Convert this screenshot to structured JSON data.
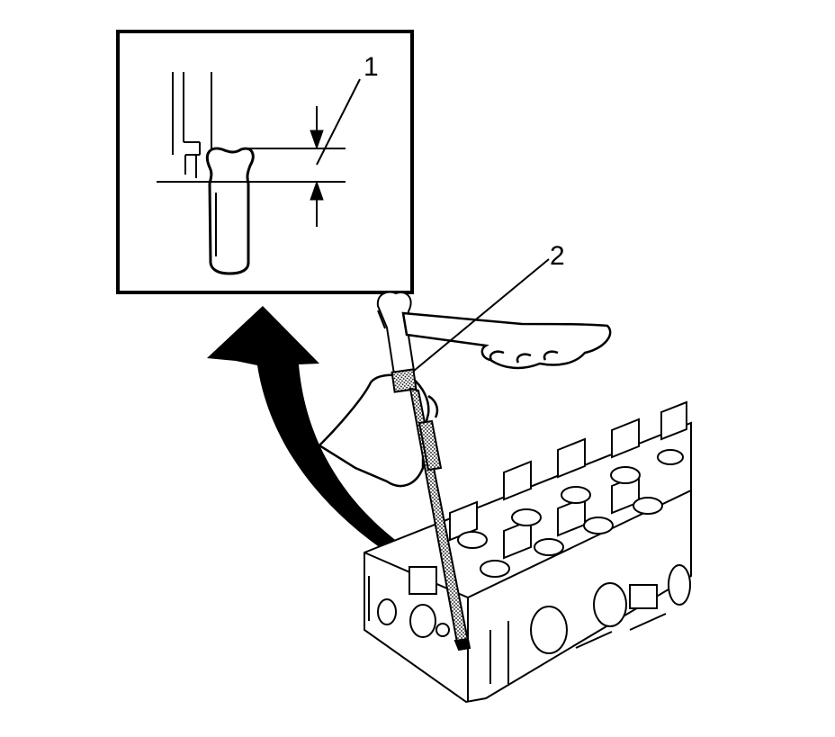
{
  "callouts": [
    {
      "label": "1",
      "target": "valve-lash-clearance"
    },
    {
      "label": "2",
      "target": "adjusting-tool"
    }
  ],
  "colors": {
    "ink": "#000000",
    "paper": "#ffffff"
  }
}
